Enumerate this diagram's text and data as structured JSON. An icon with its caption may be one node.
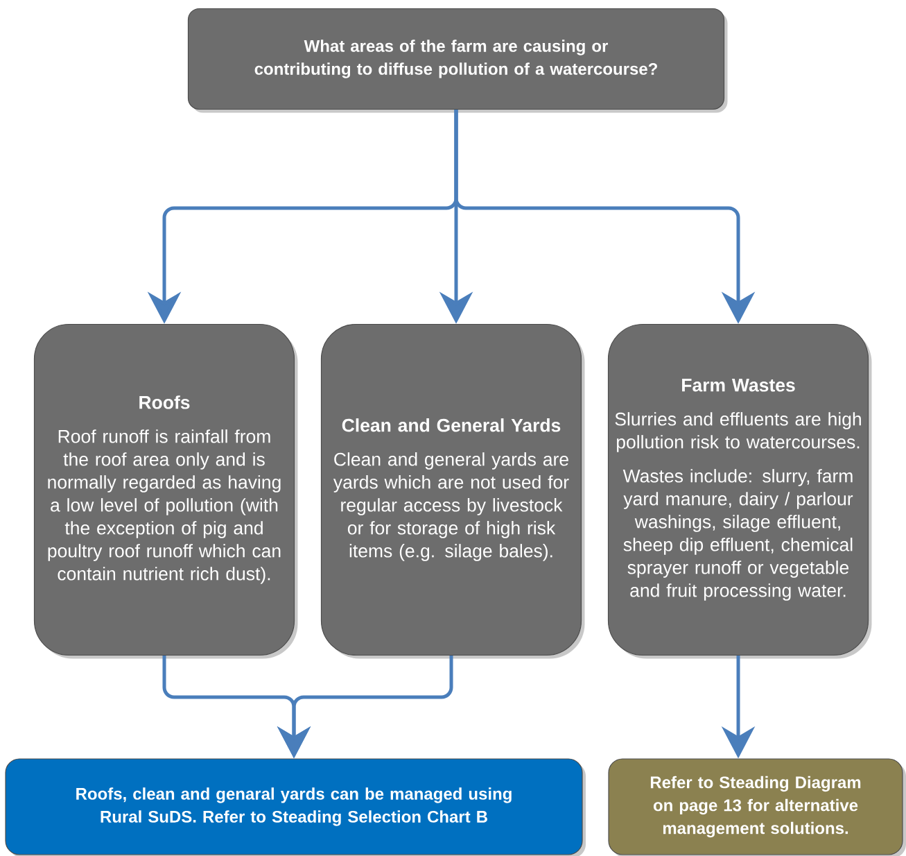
{
  "diagram": {
    "nodes": [
      {
        "text": [
          "What areas of the farm are causing or contributing to diffuse pollution of a watercourse?"
        ]
      },
      {
        "text": [
          "Roofs",
          "Roof runoff is rainfall from the roof area only and is normally regarded as having a low level of pollution (with the exception of pig and poultry roof runoff which can contain nutrient rich dust)."
        ]
      },
      {
        "text": [
          "Clean and General Yards",
          "Clean and general yards are yards which are not used for regular access by livestock or for storage of high risk items (e.g. silage bales)."
        ]
      },
      {
        "text": [
          "Farm Wastes",
          "Slurries and effluents are high pollution risk to watercourses.",
          "Wastes include: slurry, farm yard manure, dairy / parlour washings, silage effluent, sheep dip effluent, chemical sprayer runoff or vegetable and fruit processing water."
        ]
      },
      {
        "text": [
          "Roofs, clean and genaral yards can be managed using Rural SuDS. Refer to Steading Selection Chart B"
        ]
      },
      {
        "text": [
          "Refer to Steading Diagram on page 13 for alternative management solutions."
        ]
      }
    ],
    "edges": [
      {
        "from": 0,
        "to": 1,
        "arrow": "to"
      },
      {
        "from": 0,
        "to": 2,
        "arrow": "to"
      },
      {
        "from": 0,
        "to": 3,
        "arrow": "to"
      },
      {
        "from": 1,
        "to": 4,
        "arrow": "to"
      },
      {
        "from": 2,
        "to": 4,
        "arrow": "to"
      },
      {
        "from": 3,
        "to": 5,
        "arrow": "to"
      }
    ]
  }
}
